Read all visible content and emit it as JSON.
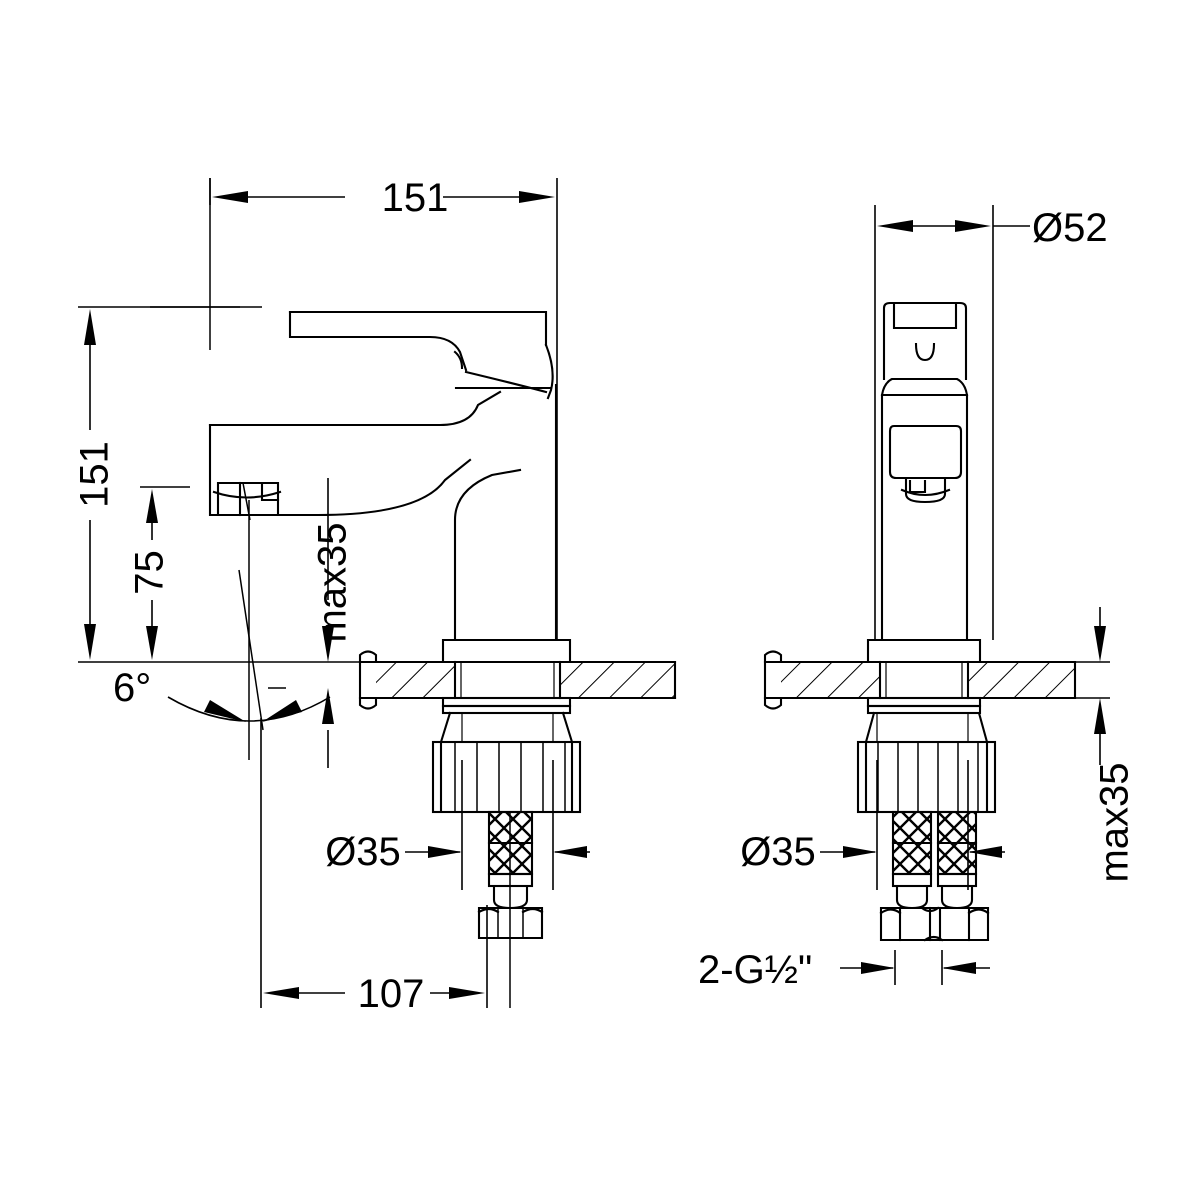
{
  "drawing": {
    "title": "Single-lever basin mixer tap — dimensioned technical drawing",
    "units": "mm",
    "line_color": "#000000",
    "background_color": "#ffffff",
    "views": [
      {
        "name": "side-view",
        "label": ""
      },
      {
        "name": "front-view",
        "label": ""
      }
    ]
  },
  "dimensions": {
    "side_view": {
      "overall_width": "151",
      "overall_height": "151",
      "spout_height": "75",
      "spout_angle": "6°",
      "countertop_max_thickness": "max35",
      "shank_diameter": "Ø35",
      "projection_to_outlet": "107"
    },
    "front_view": {
      "body_diameter": "Ø52",
      "countertop_max_thickness": "max35",
      "shank_diameter": "Ø35",
      "supply_connection": "2-G½\""
    }
  }
}
